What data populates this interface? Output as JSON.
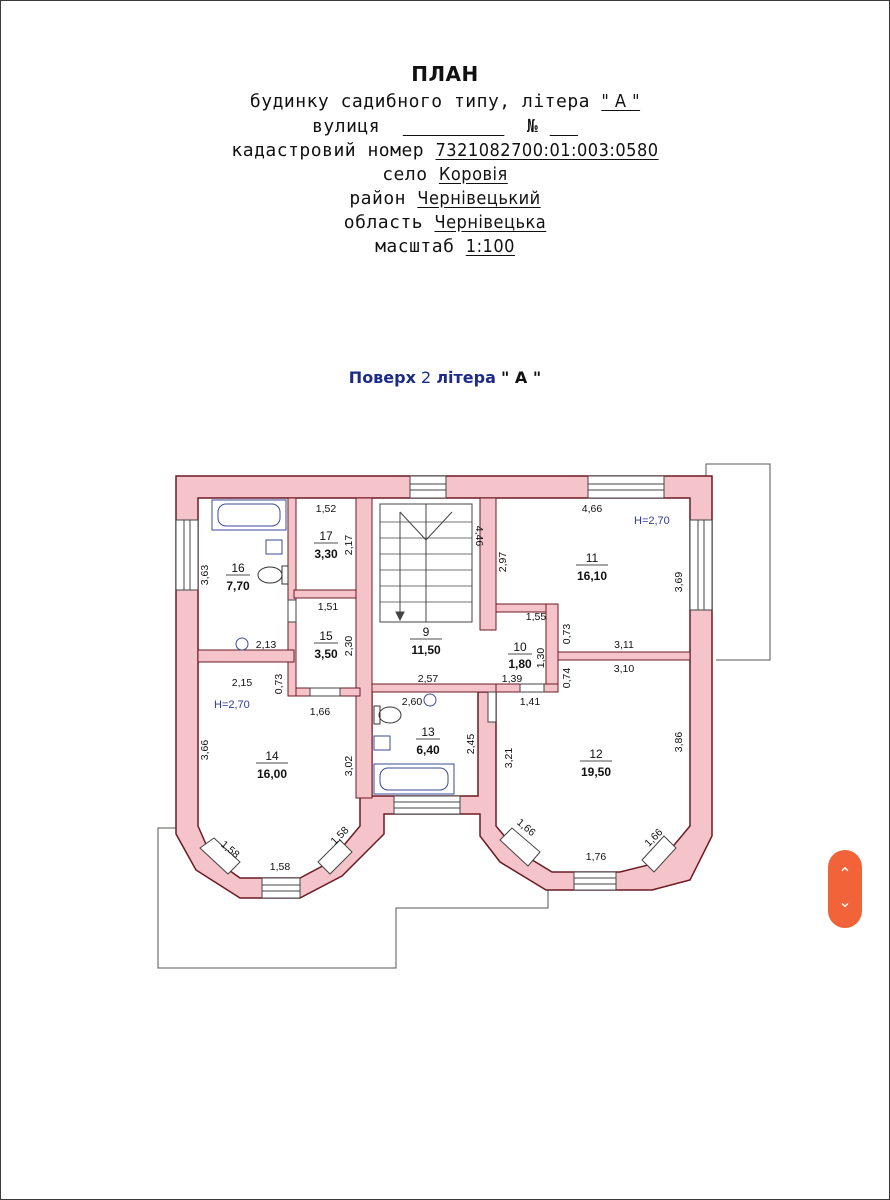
{
  "header": {
    "title": "ПЛАН",
    "line1_text": "будинку садибного типу, літера ",
    "litera_value": "\" А \"",
    "street_label": "вулиця",
    "street_value": "                  ",
    "number_label": "№",
    "number_value": "     ",
    "cadastral_label": "кадастровий номер",
    "cadastral_value": "7321082700:01:003:0580",
    "village_label": "село",
    "village_value": "Коровія",
    "district_label": "район",
    "district_value": "Чернівецький",
    "oblast_label": "область",
    "oblast_value": "Чернівецька",
    "scale_label": "масштаб",
    "scale_value": "1:100"
  },
  "floor_title": {
    "floor_word": "Поверх",
    "floor_number": "2",
    "litera_word": "літера",
    "litera_value": "\" А \""
  },
  "rooms": [
    {
      "number": "16",
      "area": "7,70"
    },
    {
      "number": "17",
      "area": "3,30"
    },
    {
      "number": "15",
      "area": "3,50"
    },
    {
      "number": "9",
      "area": "11,50"
    },
    {
      "number": "10",
      "area": "1,80"
    },
    {
      "number": "11",
      "area": "16,10"
    },
    {
      "number": "12",
      "area": "19,50"
    },
    {
      "number": "13",
      "area": "6,40"
    },
    {
      "number": "14",
      "area": "16,00"
    }
  ],
  "heights": [
    "H=2,70",
    "H=2,70"
  ],
  "dimensions": [
    "1,52",
    "2,17",
    "4,46",
    "4,66",
    "2,97",
    "3,69",
    "3,63",
    "1,51",
    "2,13",
    "2,30",
    "1,55",
    "0,73",
    "3,11",
    "3,10",
    "0,74",
    "1,30",
    "1,39",
    "1,41",
    "2,15",
    "0,73",
    "1,66",
    "2,57",
    "2,60",
    "2,45",
    "3,21",
    "3,86",
    "3,66",
    "3,02",
    "1,58",
    "1,58",
    "1,58",
    "1,66",
    "1,76",
    "1,66"
  ],
  "colors": {
    "wall_fill": "#f5c4ca",
    "wall_stroke": "#6b1a22",
    "floor_title": "#1c2a8a",
    "scroll_button": "#f2633a"
  },
  "icons": [
    "bathtub-icon",
    "toilet-icon",
    "sink-icon",
    "chevron-up-icon",
    "chevron-down-icon"
  ]
}
